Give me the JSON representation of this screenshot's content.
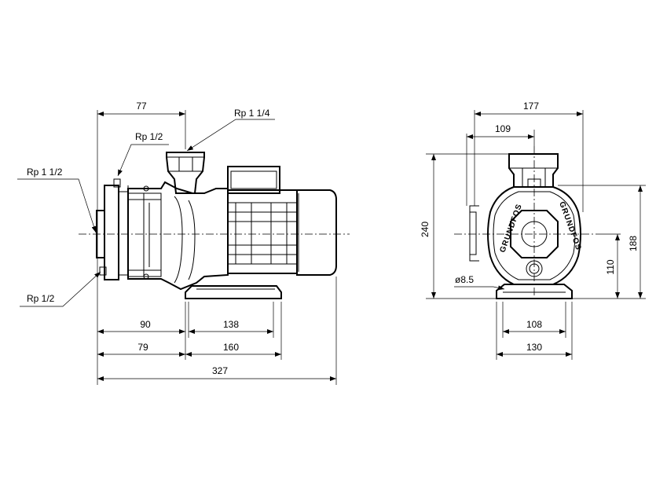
{
  "side_view": {
    "dim_top_77": "77",
    "label_rp_1_1_4": "Rp 1 1/4",
    "label_rp_1_2_top": "Rp 1/2",
    "label_rp_1_1_2": "Rp 1 1/2",
    "label_rp_1_2_bottom": "Rp 1/2",
    "dim_90": "90",
    "dim_138": "138",
    "dim_79": "79",
    "dim_160": "160",
    "dim_327": "327"
  },
  "front_view": {
    "dim_177": "177",
    "dim_109": "109",
    "dim_240": "240",
    "dim_110": "110",
    "dim_188": "188",
    "dim_hole": "ø8.5",
    "dim_108": "108",
    "dim_130": "130",
    "logo_left": "GRUNDFOS",
    "logo_right": "GRUNDFOS"
  }
}
